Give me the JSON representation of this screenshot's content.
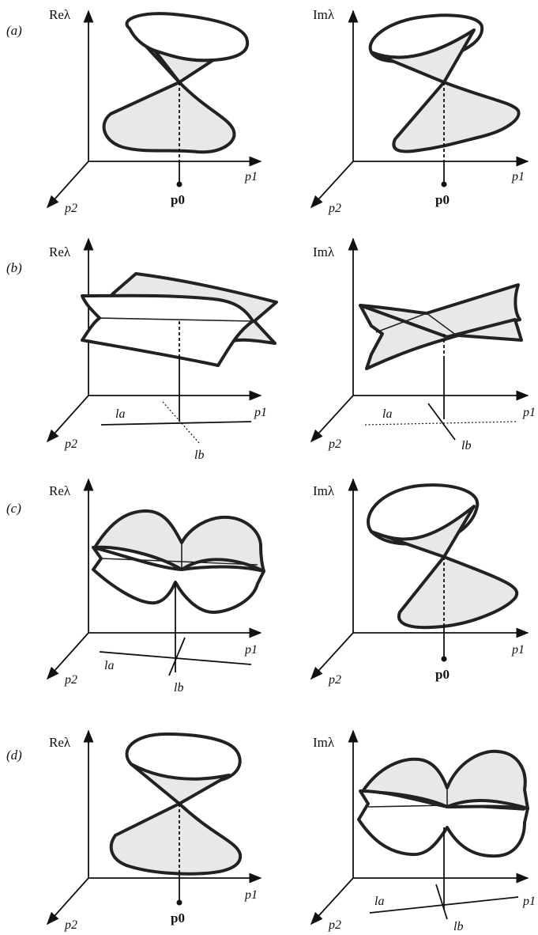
{
  "rows": [
    {
      "label": "(a)",
      "left": {
        "title": "Reλ",
        "x_label": "p1",
        "y_label": "p2",
        "point": "p0"
      },
      "right": {
        "title": "Imλ",
        "x_label": "p1",
        "y_label": "p2",
        "point": "p0"
      }
    },
    {
      "label": "(b)",
      "left": {
        "title": "Reλ",
        "x_label": "p1",
        "y_label": "p2",
        "line_a": "la",
        "line_b": "lb"
      },
      "right": {
        "title": "Imλ",
        "x_label": "p1",
        "y_label": "p2",
        "line_a": "la",
        "line_b": "lb"
      }
    },
    {
      "label": "(c)",
      "left": {
        "title": "Reλ",
        "x_label": "p1",
        "y_label": "p2",
        "line_a": "la",
        "line_b": "lb"
      },
      "right": {
        "title": "Imλ",
        "x_label": "p1",
        "y_label": "p2",
        "point": "p0"
      }
    },
    {
      "label": "(d)",
      "left": {
        "title": "Reλ",
        "x_label": "p1",
        "y_label": "p2",
        "point": "p0"
      },
      "right": {
        "title": "Imλ",
        "x_label": "p1",
        "y_label": "p2",
        "line_a": "la",
        "line_b": "lb"
      }
    }
  ]
}
